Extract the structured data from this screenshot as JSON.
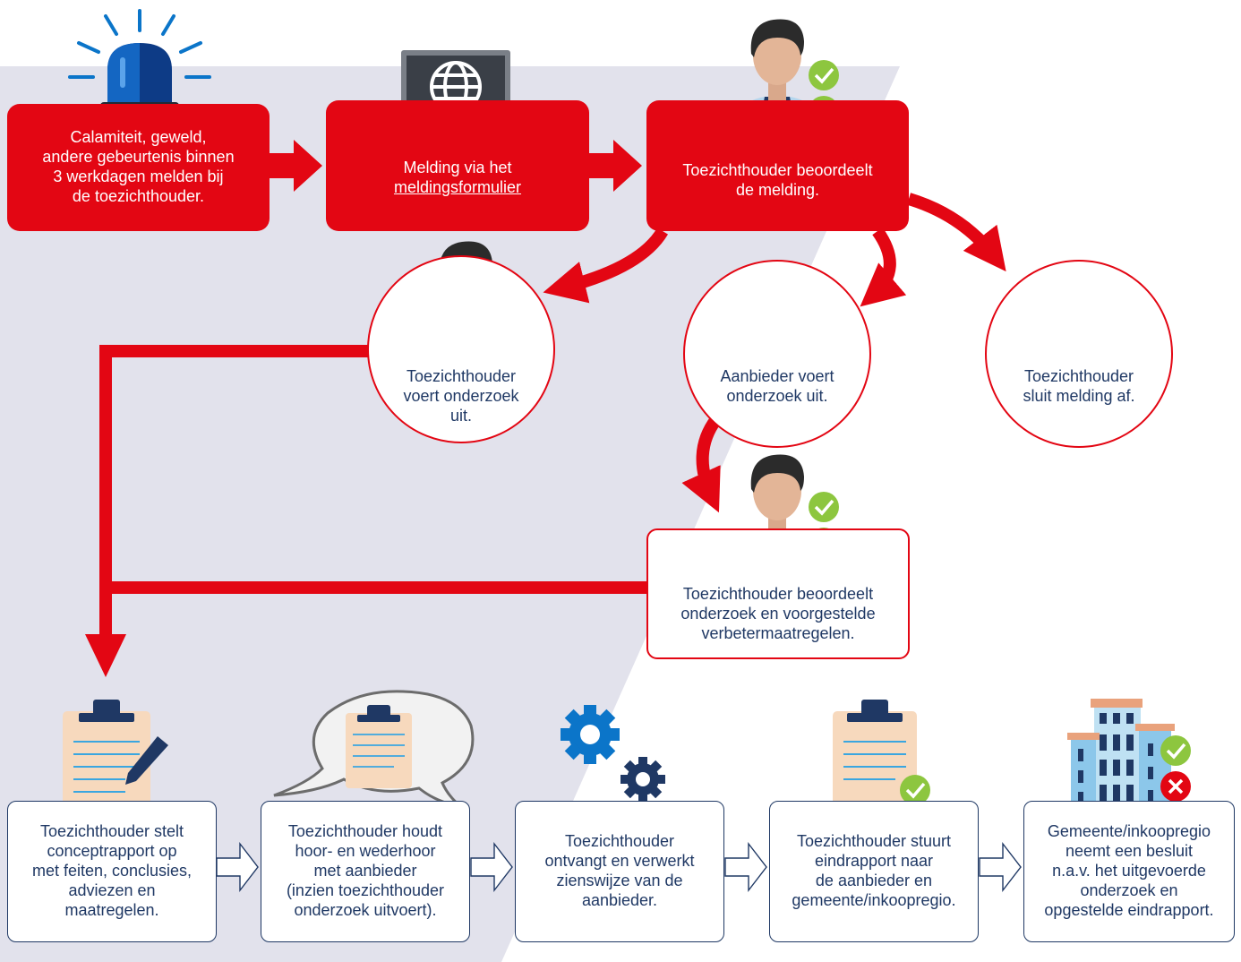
{
  "colors": {
    "accent": "#e30613",
    "navy": "#1f3864",
    "background_band": "#e2e2ec",
    "check": "#8dc63f"
  },
  "top_steps": [
    {
      "lines": [
        "Calamiteit, geweld,",
        "andere gebeurtenis binnen",
        "3 werkdagen melden bij",
        "de toezichthouder."
      ],
      "icon": "siren-icon"
    },
    {
      "line1": "Melding via het",
      "link": "meldingsformulier",
      "icon": "monitor-globe-icon"
    },
    {
      "lines": [
        "Toezichthouder beoordeelt",
        "de melding."
      ],
      "icon": "person-approved-icon"
    }
  ],
  "branches": [
    {
      "lines": [
        "Toezichthouder",
        "voert onderzoek",
        "uit."
      ],
      "icon": "person-magnifier-icon"
    },
    {
      "lines": [
        "Aanbieder voert",
        "onderzoek uit."
      ],
      "icon": "magnifier-icon"
    },
    {
      "lines": [
        "Toezichthouder",
        "sluit melding af."
      ],
      "icon": "locked-folder-icon"
    }
  ],
  "assessment": {
    "lines": [
      "Toezichthouder beoordeelt",
      "onderzoek en voorgestelde",
      "verbetermaatregelen."
    ],
    "icon": "person-approved-icon"
  },
  "bottom_steps": [
    {
      "lines": [
        "Toezichthouder stelt",
        "conceptrapport op",
        "met feiten, conclusies,",
        "adviezen en",
        "maatregelen."
      ],
      "icon": "clipboard-pen-icon"
    },
    {
      "lines": [
        "Toezichthouder houdt",
        "hoor- en wederhoor",
        "met aanbieder",
        "(inzien toezichthouder",
        "onderzoek uitvoert)."
      ],
      "icon": "speech-bubble-clipboard-icon"
    },
    {
      "lines": [
        "Toezichthouder",
        "ontvangt en verwerkt",
        "zienswijze van de",
        "aanbieder."
      ],
      "icon": "gears-icon"
    },
    {
      "lines": [
        "Toezichthouder stuurt",
        "eindrapport naar",
        "de aanbieder en",
        "gemeente/inkoopregio."
      ],
      "icon": "clipboard-check-icon"
    },
    {
      "lines": [
        "Gemeente/inkoopregio",
        "neemt een besluit",
        "n.a.v. het uitgevoerde",
        "onderzoek en",
        "opgestelde eindrapport."
      ],
      "icon": "building-decision-icon"
    }
  ]
}
